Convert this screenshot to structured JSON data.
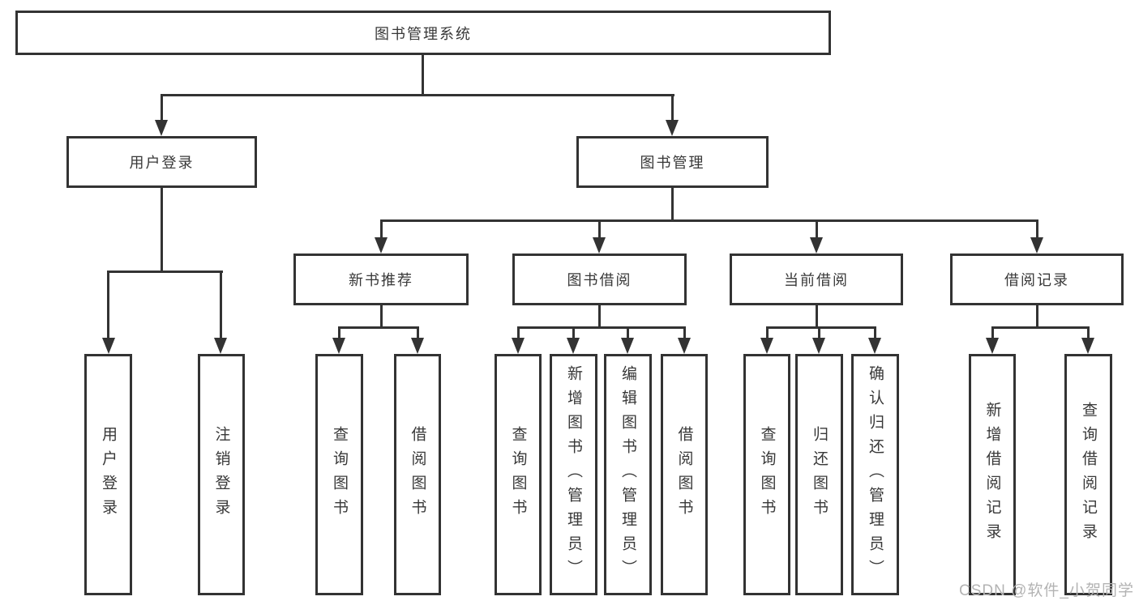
{
  "diagram_type": "hierarchy-tree",
  "tree": {
    "root": "图书管理系统",
    "branches": [
      {
        "label": "用户登录",
        "children": [
          "用户登录",
          "注销登录"
        ]
      },
      {
        "label": "图书管理",
        "children": [
          {
            "label": "新书推荐",
            "children": [
              "查询图书",
              "借阅图书"
            ]
          },
          {
            "label": "图书借阅",
            "children": [
              "查询图书",
              "新增图书（管理员）",
              "编辑图书（管理员）",
              "借阅图书"
            ]
          },
          {
            "label": "当前借阅",
            "children": [
              "查询图书",
              "归还图书",
              "确认归还（管理员）"
            ]
          },
          {
            "label": "借阅记录",
            "children": [
              "新增借阅记录",
              "查询借阅记录"
            ]
          }
        ]
      }
    ]
  },
  "watermark": "CSDN @软件_小贺同学",
  "colors": {
    "line": "#333333",
    "text": "#383838",
    "watermark": "#b3b3b3",
    "background": "#ffffff"
  }
}
